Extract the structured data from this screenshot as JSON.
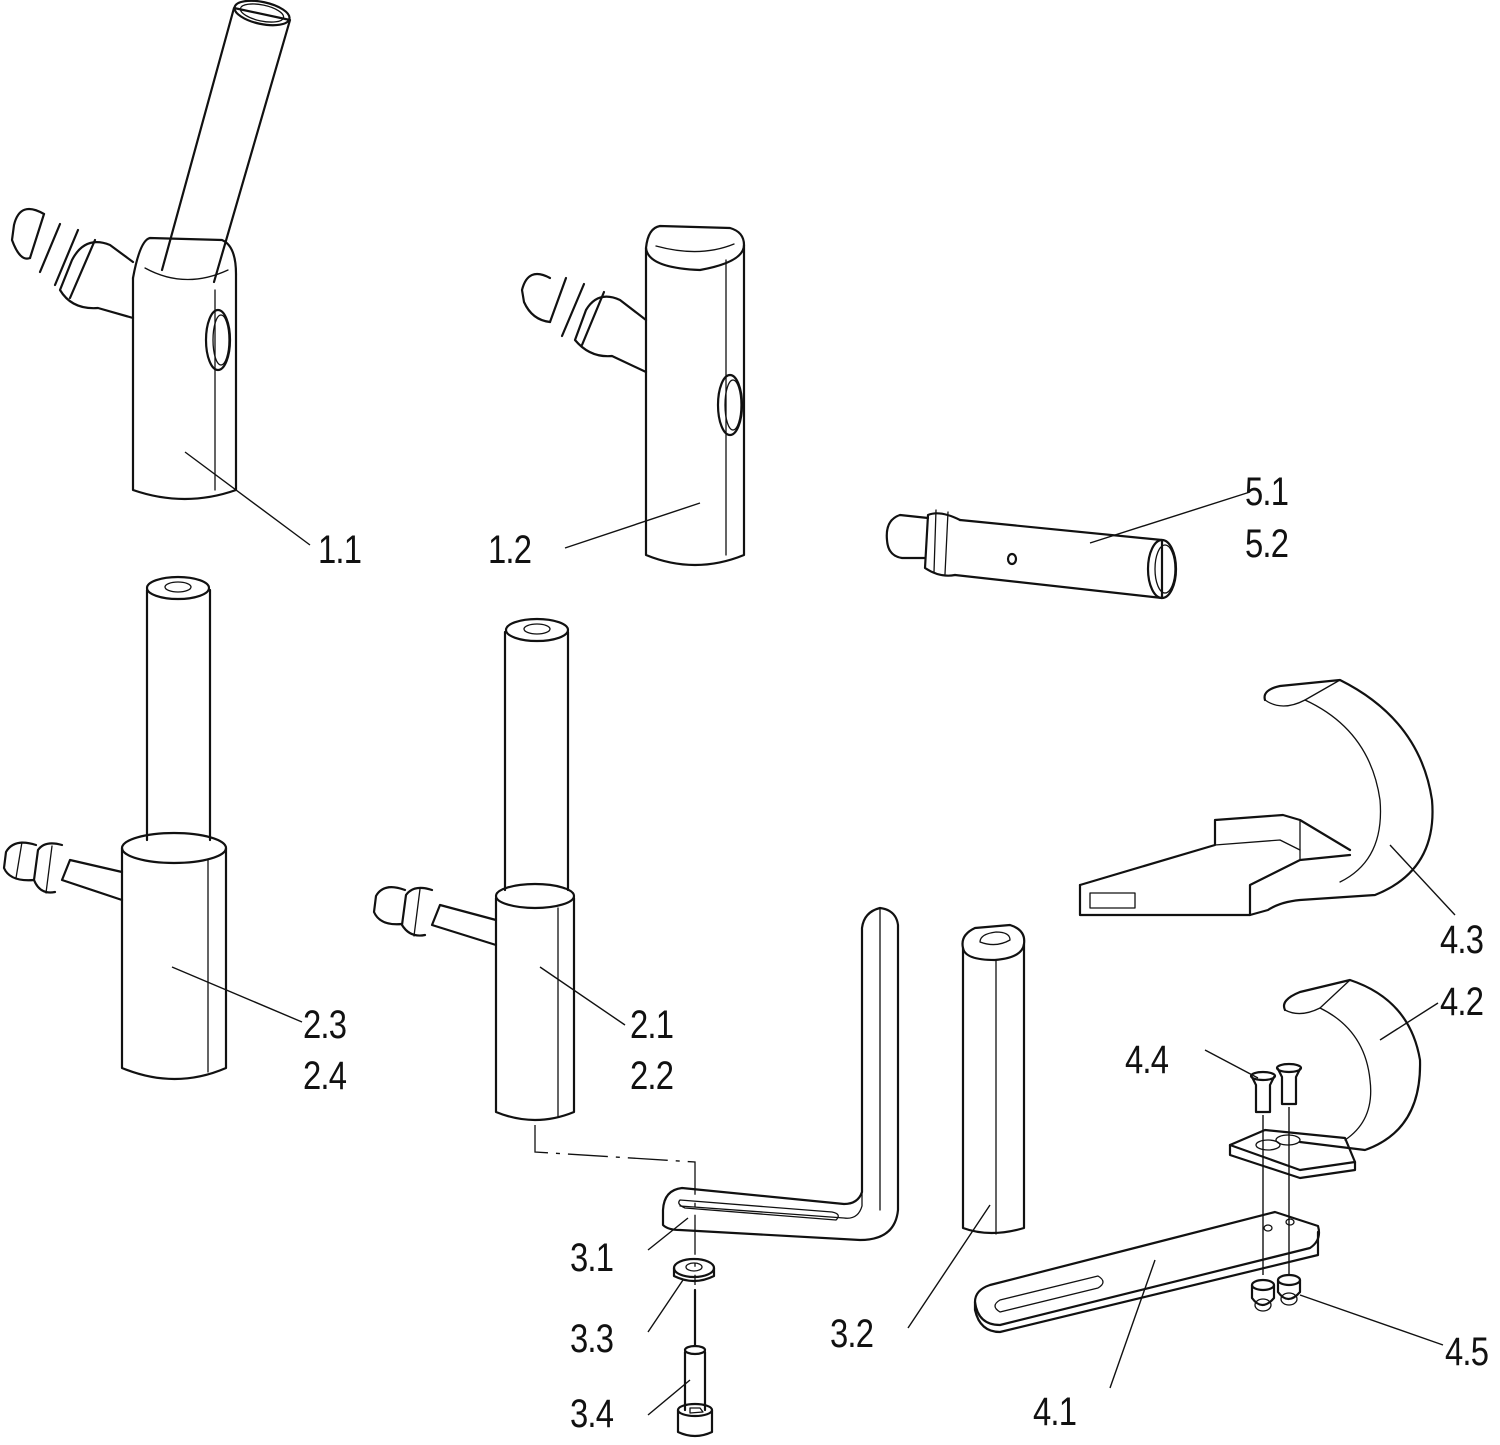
{
  "labels": {
    "l11": "1.1",
    "l12": "1.2",
    "l51": "5.1",
    "l52": "5.2",
    "l23": "2.3",
    "l24": "2.4",
    "l21": "2.1",
    "l22": "2.2",
    "l43": "4.3",
    "l42": "4.2",
    "l44": "4.4",
    "l31": "3.1",
    "l33": "3.3",
    "l32": "3.2",
    "l34": "3.4",
    "l41": "4.1",
    "l45": "4.5"
  },
  "colors": {
    "line": "#111111",
    "background": "#ffffff"
  }
}
